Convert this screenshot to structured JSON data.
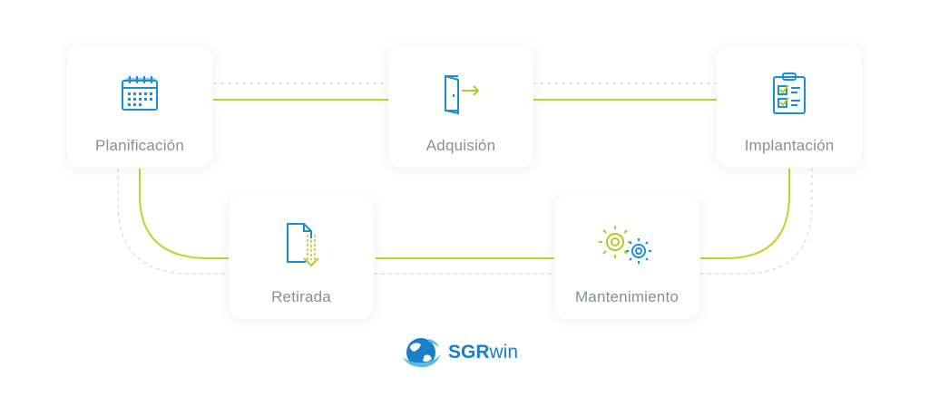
{
  "steps": [
    {
      "label": "Planificación",
      "icon": "calendar-icon"
    },
    {
      "label": "Adquisión",
      "icon": "door-exit-icon"
    },
    {
      "label": "Implantación",
      "icon": "checklist-clipboard-icon"
    },
    {
      "label": "Retirada",
      "icon": "document-download-icon"
    },
    {
      "label": "Mantenimiento",
      "icon": "gears-icon"
    }
  ],
  "logo": {
    "part1": "SGR",
    "part2": "win"
  },
  "colors": {
    "line_green": "#c2d42c",
    "dash_gray": "#c9c9c9",
    "icon_blue": "#1a8fd6",
    "icon_green": "#b7c92a",
    "label_gray": "#8a8f94"
  }
}
